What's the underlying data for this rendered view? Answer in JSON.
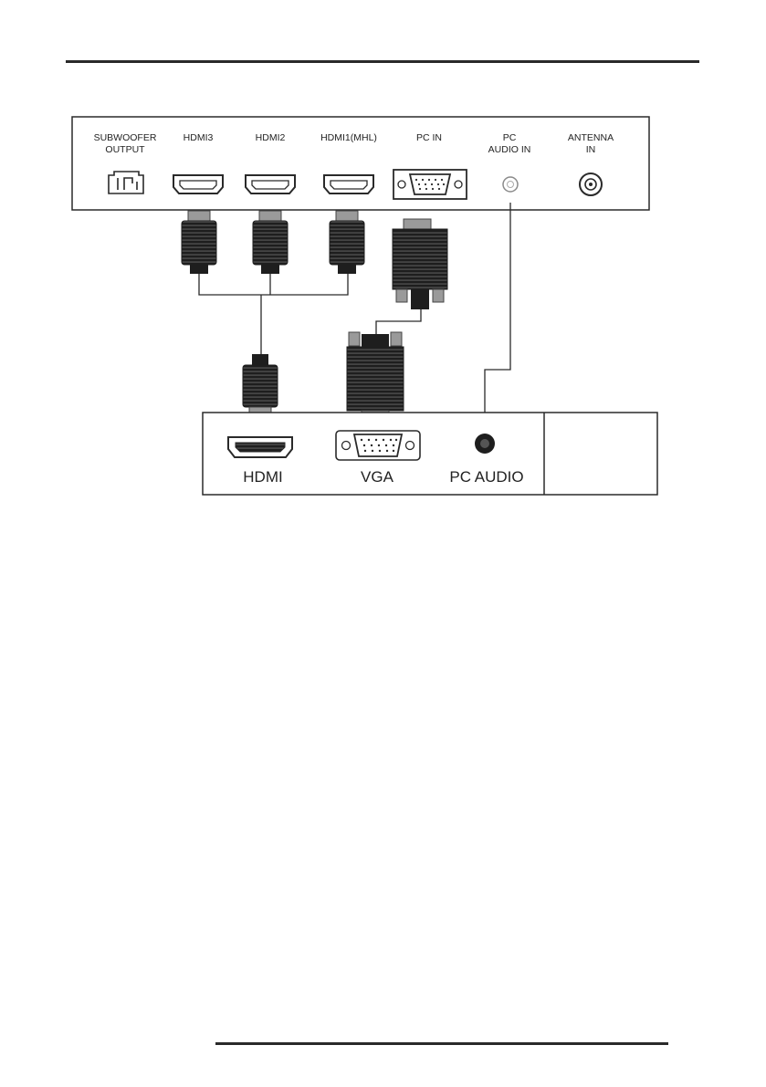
{
  "tv_panel": {
    "ports": [
      {
        "id": "subwoofer",
        "line1": "SUBWOOFER",
        "line2": "OUTPUT"
      },
      {
        "id": "hdmi3",
        "line1": "HDMI3",
        "line2": ""
      },
      {
        "id": "hdmi2",
        "line1": "HDMI2",
        "line2": ""
      },
      {
        "id": "hdmi1",
        "line1": "HDMI1(MHL)",
        "line2": ""
      },
      {
        "id": "pc_in",
        "line1": "PC IN",
        "line2": ""
      },
      {
        "id": "pc_audio_in",
        "line1": "PC",
        "line2": "AUDIO IN"
      },
      {
        "id": "antenna",
        "line1": "ANTENNA",
        "line2": "IN"
      }
    ]
  },
  "device_panel": {
    "hdmi_label": "HDMI",
    "vga_label": "VGA",
    "pc_audio_label": "PC AUDIO"
  },
  "colors": {
    "line": "#2a2a2a",
    "plug_body": "#1e1e1e",
    "plug_light": "#9a9a9a"
  }
}
